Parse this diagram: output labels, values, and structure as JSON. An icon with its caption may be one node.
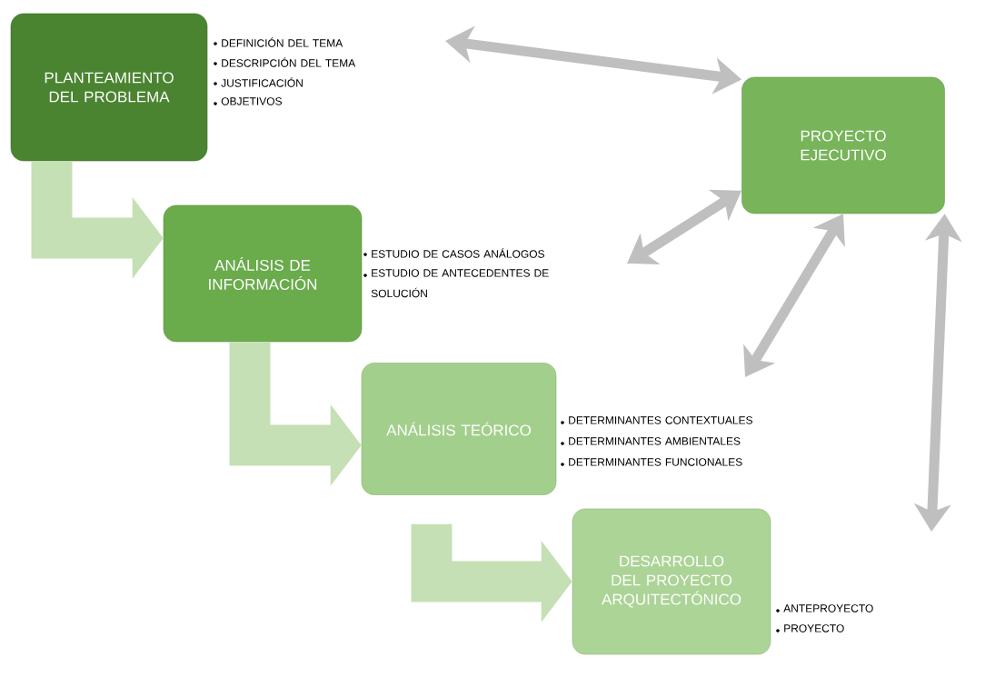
{
  "diagram": {
    "nodes": [
      {
        "text": [
          "PLANTEAMIENTO DEL PROBLEMA"
        ],
        "beside": [
          "DEFINICIÓN DEL TEMA",
          "DESCRIPCIÓN DEL TEMA",
          "JUSTIFICACIÓN",
          "OBJETIVOS"
        ]
      },
      {
        "text": [
          "ANÁLISIS DE INFORMACIÓN"
        ],
        "beside": [
          "ESTUDIO DE CASOS ANÁLOGOS",
          "ESTUDIO DE ANTECEDENTES DE SOLUCIÓN"
        ]
      },
      {
        "text": [
          "ANÁLISIS TEÓRICO"
        ],
        "beside": [
          "DETERMINANTES CONTEXTUALES",
          "DETERMINANTES AMBIENTALES",
          "DETERMINANTES FUNCIONALES"
        ]
      },
      {
        "text": [
          "DESARROLLO DEL PROYECTO ARQUITECTÓNICO"
        ],
        "beside": [
          "ANTEPROYECTO",
          "PROYECTO"
        ]
      },
      {
        "text": [
          "PROYECTO EJECUTIVO"
        ]
      }
    ],
    "edges": [
      {
        "from": 0,
        "to": 1,
        "arrow": "to",
        "style": "thick",
        "color": "#c5e0b4"
      },
      {
        "from": 1,
        "to": 2,
        "arrow": "to",
        "style": "thick",
        "color": "#c5e0b4"
      },
      {
        "from": 2,
        "to": 3,
        "arrow": "to",
        "style": "thick",
        "color": "#c5e0b4"
      },
      {
        "from": null,
        "to": 4,
        "arrow": "both"
      },
      {
        "from": null,
        "to": 4,
        "arrow": "both"
      },
      {
        "from": null,
        "to": 4,
        "arrow": "both"
      },
      {
        "from": null,
        "to": 4,
        "arrow": "both"
      }
    ]
  }
}
